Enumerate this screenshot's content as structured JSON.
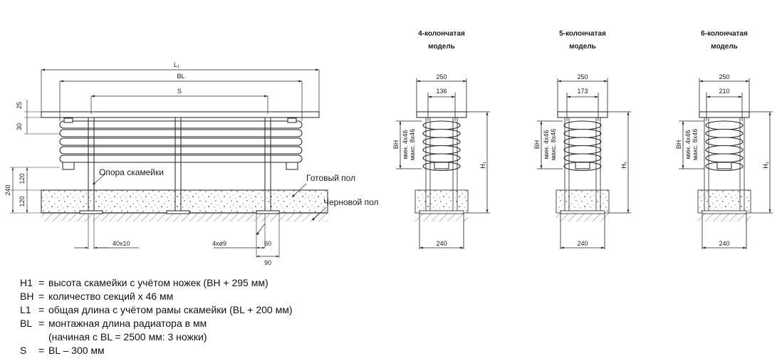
{
  "front_view": {
    "dims": {
      "l1": "L₁",
      "bl": "BL",
      "s": "S",
      "d25": "25",
      "d30": "30",
      "d120_top": "120",
      "d120_bottom": "120",
      "d240": "240",
      "d40x10": "40x10",
      "d4x9": "4xø9",
      "d60": "60",
      "d90": "90"
    },
    "labels": {
      "support": "Опора скамейки",
      "finished_floor": "Готовый пол",
      "rough_floor": "Черновой пол"
    }
  },
  "side_views": [
    {
      "title_line1": "4-колончатая",
      "title_line2": "модель",
      "width_total": "250",
      "width_inner": "136",
      "base_width": "240",
      "bh": "BH",
      "min": "мин. 4x46",
      "max": "макс. 8x46",
      "h1": "H₁"
    },
    {
      "title_line1": "5-колончатая",
      "title_line2": "модель",
      "width_total": "250",
      "width_inner": "173",
      "base_width": "240",
      "bh": "BH",
      "min": "мин. 4x46",
      "max": "макс. 8x46",
      "h1": "H₁"
    },
    {
      "title_line1": "6-колончатая",
      "title_line2": "модель",
      "width_total": "250",
      "width_inner": "210",
      "base_width": "240",
      "bh": "BH",
      "min": "мин. 4x46",
      "max": "макс. 8x46",
      "h1": "H₁"
    }
  ],
  "legend": [
    {
      "symbol": "H1",
      "text": "высота скамейки с учётом ножек (BH + 295 мм)"
    },
    {
      "symbol": "BH",
      "text": "количество секций x 46 мм"
    },
    {
      "symbol": "L1",
      "text": "общая длина с учётом рамы скамейки (BL + 200 мм)"
    },
    {
      "symbol": "BL",
      "text": "монтажная длина радиатора в мм"
    },
    {
      "symbol": "",
      "text": "(начиная с BL = 2500 мм: 3 ножки)"
    },
    {
      "symbol": "S",
      "text": "BL – 300 мм"
    }
  ]
}
